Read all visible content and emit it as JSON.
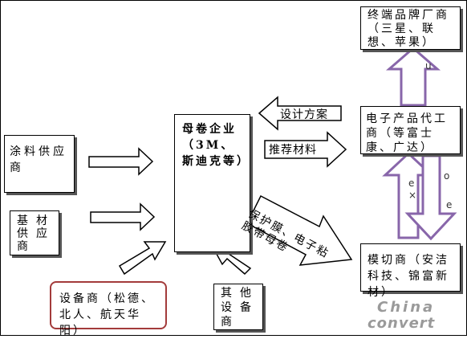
{
  "diagram": {
    "core": "母卷企业（3M、斯迪克等）",
    "coating_supplier": "涂料供应商",
    "substrate_supplier": "基材供应商",
    "equipment_supplier": "设备商（松德、北人、航天华阳）",
    "other_equipment": "其他设备商",
    "terminal_brand": "终端品牌厂商（三星、联想、苹果）",
    "oem": "电子产品代工商（等富士康、广达）",
    "die_cutter": "模切商（安洁科技、锦富新材）",
    "arrow_design": "设计方案",
    "arrow_recommend": "推荐材料",
    "arrow_products": "保护膜、电子粘胶带母卷",
    "mark_u": "u",
    "mark_e1": "e",
    "mark_x": "×",
    "mark_o": "o",
    "mark_e2": "e",
    "watermark_top": "China",
    "watermark_bottom": "convert"
  },
  "colors": {
    "red_border": "#a33b3b",
    "purple_arrow": "#8866aa"
  }
}
